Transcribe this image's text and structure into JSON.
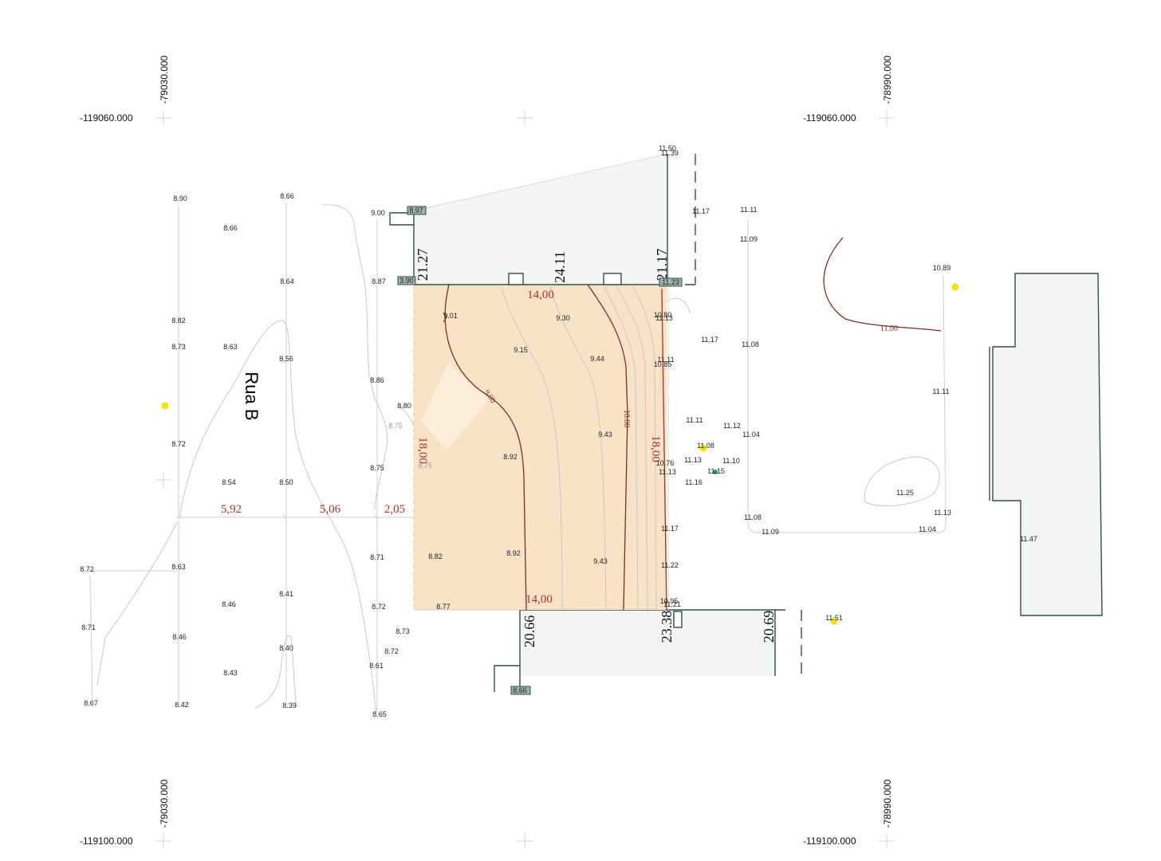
{
  "map": {
    "grid_coordinates": {
      "north_west": "-119060.000",
      "north_east": "-119060.000",
      "south_west": "-119100.000",
      "south_east": "-119100.000",
      "west_top": "-79030.000",
      "east_top": "-78990.000",
      "west_bottom": "-79030.000",
      "east_bottom": "-78990.000"
    },
    "street_name": "Rua B",
    "parcel_dimensions": {
      "top": "14,00",
      "bottom": "14,00",
      "left": "18,00",
      "right": "18,00"
    },
    "street_offsets": [
      "5,92",
      "5,06",
      "2,05"
    ],
    "adjacent_lot_dimensions": {
      "upper_west": "21.27",
      "upper_middle": "24.11",
      "upper_east": "21.17",
      "lower_west": "20.66",
      "lower_middle": "23.38",
      "lower_east": "20.69"
    },
    "contour_labels": [
      "9.00",
      "10.00",
      "11.00"
    ],
    "boxed_elevations": [
      "8.97",
      "3.90",
      "11.23",
      "8.66"
    ],
    "spot_elevations": [
      "8.90",
      "8.66",
      "8.66",
      "8.64",
      "8.82",
      "8.73",
      "8.63",
      "8.56",
      "8.72",
      "8.54",
      "8.50",
      "8.72",
      "8.63",
      "8.71",
      "8.46",
      "8.41",
      "8.46",
      "8.40",
      "8.43",
      "8.67",
      "8.42",
      "8.39",
      "9.00",
      "8.87",
      "8.86",
      "8.80",
      "8.75",
      "8.71",
      "8.72",
      "8.73",
      "8.72",
      "8.61",
      "8.65",
      "9.01",
      "9.30",
      "9.15",
      "9.44",
      "9.43",
      "8.92",
      "8.82",
      "8.92",
      "9.43",
      "8.77",
      "11.50",
      "11.39",
      "11.17",
      "10.80",
      "11.13",
      "11.11",
      "10.85",
      "10.76",
      "11.13",
      "11.17",
      "11.22",
      "10.95",
      "11.21",
      "11.11",
      "11.09",
      "11.17",
      "11.08",
      "11.11",
      "11.12",
      "11.04",
      "11.08",
      "11.13",
      "11.10",
      "11.16",
      "11.15",
      "11.08",
      "11.09",
      "10.89",
      "11.11",
      "11.25",
      "11.13",
      "11.04",
      "11.47",
      "11.51"
    ],
    "faint_spot_elevations": [
      "8.75",
      "8.75"
    ]
  },
  "colors": {
    "parcel_fill": "#f9e3c6",
    "neighbor_fill": "#f4f5f5",
    "boundary": "#2f4f4a",
    "dimension_red": "#a8312b",
    "contour_brown": "#7b2f25",
    "marker_yellow": "#f2e600",
    "marker_green": "#1f9a5a",
    "boxed_label_fill": "#9fb3ad"
  }
}
